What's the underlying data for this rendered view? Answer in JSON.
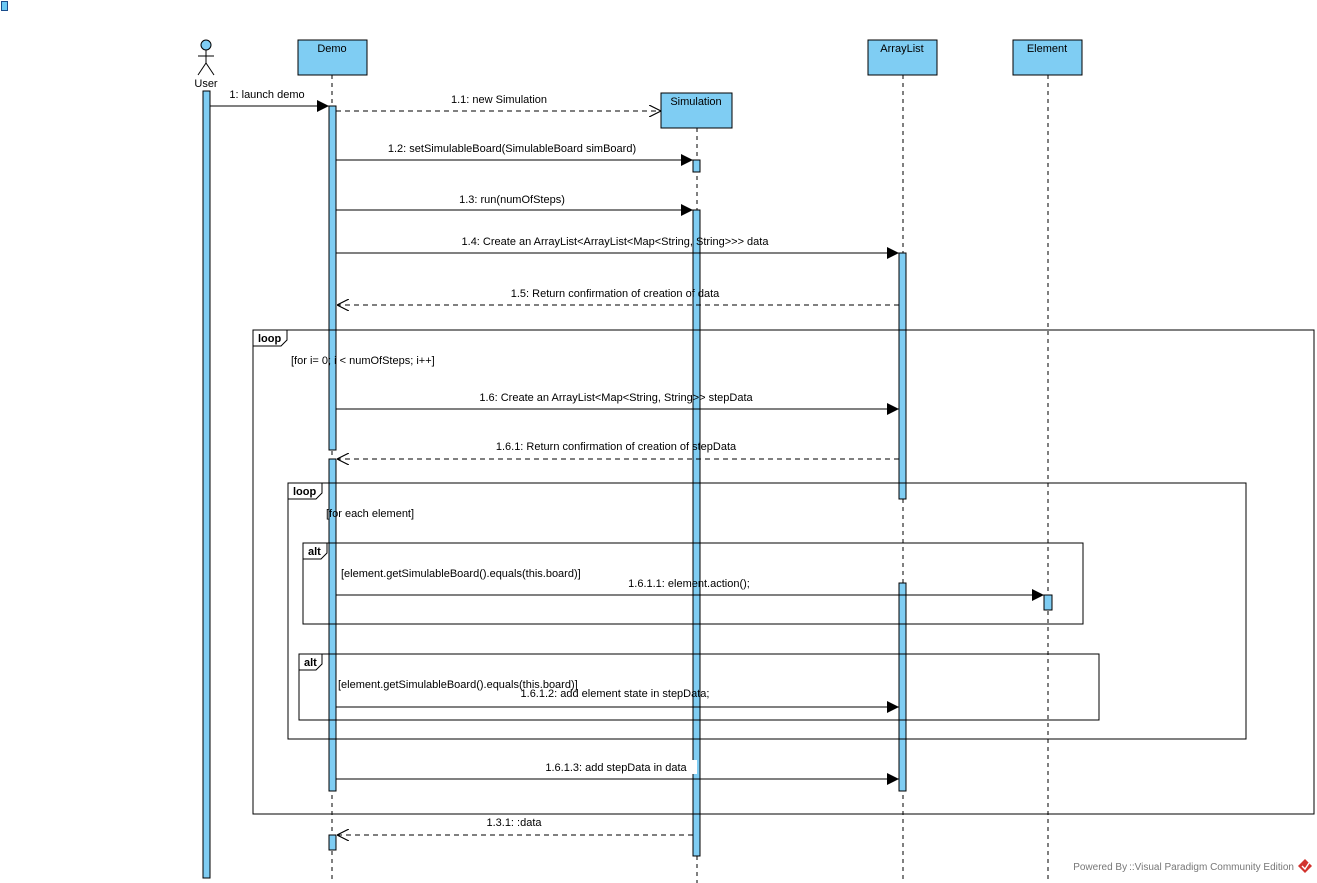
{
  "diagram": {
    "type": "UML sequence diagram",
    "colors": {
      "fill": "#7fcdf3",
      "line": "#000000",
      "frame_bg": "#ffffff",
      "footer_text": "#777777",
      "logo_red": "#d2322d"
    },
    "actor": {
      "name": "User"
    },
    "lifelines": [
      {
        "id": "demo",
        "label": "Demo"
      },
      {
        "id": "simulation",
        "label": "Simulation"
      },
      {
        "id": "arraylist",
        "label": "ArrayList"
      },
      {
        "id": "element",
        "label": "Element"
      }
    ],
    "messages": [
      {
        "id": "m1",
        "label": "1: launch demo",
        "kind": "sync"
      },
      {
        "id": "m1_1",
        "label": "1.1: new Simulation",
        "kind": "create"
      },
      {
        "id": "m1_2",
        "label": "1.2: setSimulableBoard(SimulableBoard simBoard)",
        "kind": "sync"
      },
      {
        "id": "m1_3",
        "label": "1.3: run(numOfSteps)",
        "kind": "sync"
      },
      {
        "id": "m1_4",
        "label": "1.4: Create an ArrayList<ArrayList<Map<String, String>>> data",
        "kind": "sync"
      },
      {
        "id": "m1_5",
        "label": "1.5: Return confirmation of creation of data",
        "kind": "return"
      },
      {
        "id": "m1_6",
        "label": "1.6: Create an ArrayList<Map<String, String>> stepData",
        "kind": "sync"
      },
      {
        "id": "m1_6_1",
        "label": "1.6.1: Return confirmation of creation of stepData",
        "kind": "return"
      },
      {
        "id": "m1_6_1_1",
        "label": "1.6.1.1: element.action();",
        "kind": "sync"
      },
      {
        "id": "m1_6_1_2",
        "label": "1.6.1.2: add element state in stepData;",
        "kind": "sync"
      },
      {
        "id": "m1_6_1_3",
        "label": "1.6.1.3: add stepData in data",
        "kind": "sync"
      },
      {
        "id": "m1_3_1",
        "label": "1.3.1: :data",
        "kind": "return"
      }
    ],
    "fragments": [
      {
        "id": "loop_outer",
        "operator": "loop",
        "guard": "[for i= 0; i < numOfSteps; i++]"
      },
      {
        "id": "loop_inner",
        "operator": "loop",
        "guard": "[for each element]"
      },
      {
        "id": "alt_1",
        "operator": "alt",
        "guard": "[element.getSimulableBoard().equals(this.board)]"
      },
      {
        "id": "alt_2",
        "operator": "alt",
        "guard": "[element.getSimulableBoard().equals(this.board)]"
      }
    ],
    "footer": {
      "text": "Powered By ::Visual Paradigm Community Edition"
    }
  }
}
